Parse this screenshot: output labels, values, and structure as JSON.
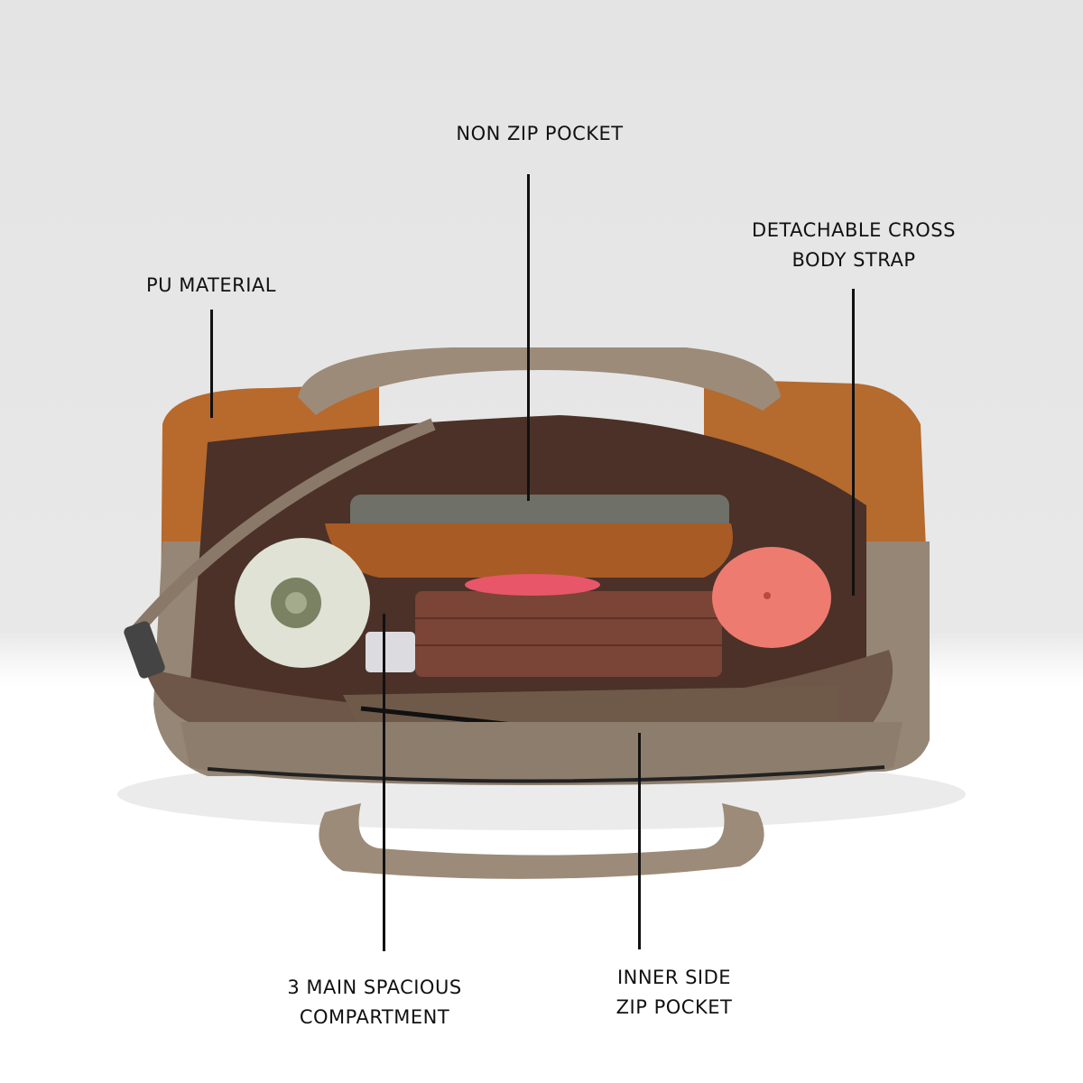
{
  "callouts": {
    "non_zip_pocket": "NON ZIP POCKET",
    "pu_material": "PU MATERIAL",
    "detachable_strap": [
      "DETACHABLE CROSS",
      "BODY STRAP"
    ],
    "main_compartment": [
      "3 MAIN SPACIOUS",
      "COMPARTMENT"
    ],
    "inner_zip_pocket": [
      "INNER SIDE",
      "ZIP POCKET"
    ]
  },
  "colors": {
    "tan": "#b8692c",
    "taupe": "#958676",
    "lining": "#5a3a2e",
    "accent_pink": "#f07070"
  }
}
